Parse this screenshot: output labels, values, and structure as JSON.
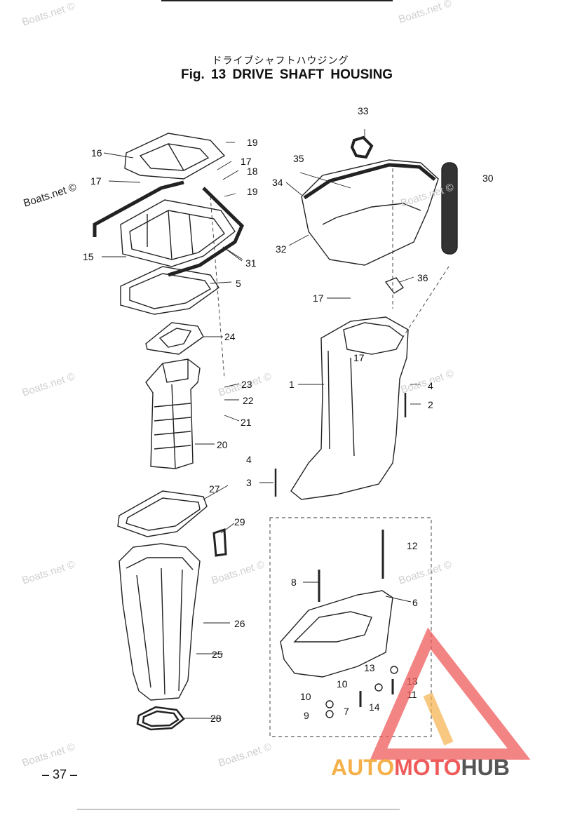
{
  "header": {
    "title_jp": "ドライブシャフトハウジング",
    "title": "Fig. 13    DRIVE SHAFT HOUSING"
  },
  "callouts": [
    "33",
    "35",
    "34",
    "30",
    "32",
    "36",
    "16",
    "19",
    "17",
    "18",
    "19",
    "17",
    "15",
    "31",
    "5",
    "17",
    "24",
    "17",
    "1",
    "4",
    "2",
    "23",
    "22",
    "21",
    "20",
    "4",
    "3",
    "27",
    "29",
    "12",
    "8",
    "6",
    "26",
    "25",
    "13",
    "13",
    "10",
    "11",
    "10",
    "14",
    "9",
    "7",
    "28"
  ],
  "watermarks": [
    "Boats.net ©",
    "Boats.net ©",
    "Boats.net ©",
    "Boats.net ©",
    "Boats.net ©",
    "Boats.net ©",
    "Boats.net ©",
    "Boats.net ©",
    "Boats.net ©",
    "Boats.net ©",
    "Boats.net ©",
    "Boats.net ©"
  ],
  "footer": {
    "page_number": "– 37 –"
  },
  "logo": {
    "part1": "AUTO",
    "part2": "MOTO",
    "part3": "HUB"
  }
}
